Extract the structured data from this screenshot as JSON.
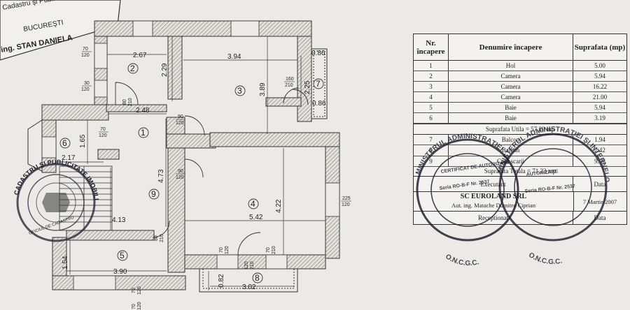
{
  "stamp_top": {
    "line1": "Cadastru şi Publicitate Imobil",
    "line2": "BUCUREŞTI",
    "line3": "ing. STAN DANIELA"
  },
  "plan": {
    "rooms": [
      "1",
      "2",
      "3",
      "4",
      "5",
      "6",
      "7",
      "8",
      "9"
    ],
    "dims": {
      "d267": "2.67",
      "d394": "3.94",
      "d086a": "0.86",
      "d086b": "0.86",
      "d225": "2.25",
      "d229": "2.29",
      "d389": "3.89",
      "d248": "2.48",
      "d165": "1.65",
      "d217": "2.17",
      "d473": "4.73",
      "d422": "4.22",
      "d542": "5.42",
      "d413": "4.13",
      "d154": "1.54",
      "d390": "3.90",
      "d082": "0.82",
      "d302": "3.02"
    },
    "openings": {
      "o70_120a": [
        "70",
        "120"
      ],
      "o30_120": [
        "30",
        "120"
      ],
      "o80_210a": [
        "80",
        "210"
      ],
      "o160_210": [
        "160",
        "210"
      ],
      "o70_120b": [
        "70",
        "120"
      ],
      "o90_120a": [
        "90",
        "120"
      ],
      "o90_120b": [
        "90",
        "120"
      ],
      "o80_210b": [
        "80",
        "210"
      ],
      "o225_120": [
        "225",
        "120"
      ],
      "o70_120c": [
        "70",
        "120"
      ],
      "o70_210": [
        "70",
        "210"
      ],
      "o120_210": [
        "120",
        "210"
      ],
      "o70_120d": [
        "70",
        "120"
      ],
      "o70_120e": [
        "70",
        "120"
      ]
    },
    "stamp_left": {
      "outer": "CADASTRU ŞI PUBLICITATE IMOBILIARĂ",
      "inner": "OFICIUL DE CADASTRU"
    }
  },
  "table": {
    "headers": {
      "nr": "Nr. încapere",
      "den": "Denumire încapere",
      "sup": "Suprafata (mp)"
    },
    "rows": [
      {
        "nr": "1",
        "den": "Hol",
        "sup": "5.00"
      },
      {
        "nr": "2",
        "den": "Camera",
        "sup": "5.94"
      },
      {
        "nr": "3",
        "den": "Camera",
        "sup": "16.22"
      },
      {
        "nr": "4",
        "den": "Camera",
        "sup": "21.00"
      },
      {
        "nr": "5",
        "den": "Baie",
        "sup": "5.94"
      },
      {
        "nr": "6",
        "den": "Baie",
        "sup": "3.19"
      }
    ],
    "util": "Suprafata Utila = 57.29 mp",
    "rows2": [
      {
        "nr": "7",
        "den": "Balcon",
        "sup": "1.94"
      },
      {
        "nr": "8",
        "den": "Balcon",
        "sup": "2.42"
      },
      {
        "nr": "9",
        "den": "Casa scarii",
        "sup": "9.58"
      }
    ],
    "total": "Suprafata Totala = 71.23 mp",
    "executant_label": "Executant",
    "data_label": "Data",
    "company": "SC EUROLAND SRL",
    "autorizat": "Aut. ing. Matache Dumitru Ciprian",
    "date_value": "7 Martie 2007",
    "receptionat": "Receptionat",
    "data_label2": "Data"
  },
  "stamp_right": {
    "outer_ministry": "MINISTERUL ADMINISTRAŢIEI",
    "outer_oncgc": "O.N.C.G.C.",
    "inner1": "CERTIFICAT DE AUTORIZARE",
    "inner2": "Seria RO-B-F Nr. 2537",
    "outer2": "MINISTERUL ADMINISTRAŢIEI ŞI INTERNELOR",
    "oncgc2": "O.N.C.G.C.",
    "aut2": "AUTORIZARE",
    "seria2": "Seria RO-B-F Nr. 2537"
  },
  "colors": {
    "paper": "#eceae6",
    "ink": "#1d1d22",
    "hatch": "#8a8a8a",
    "stamp": "#1b1b2a"
  }
}
